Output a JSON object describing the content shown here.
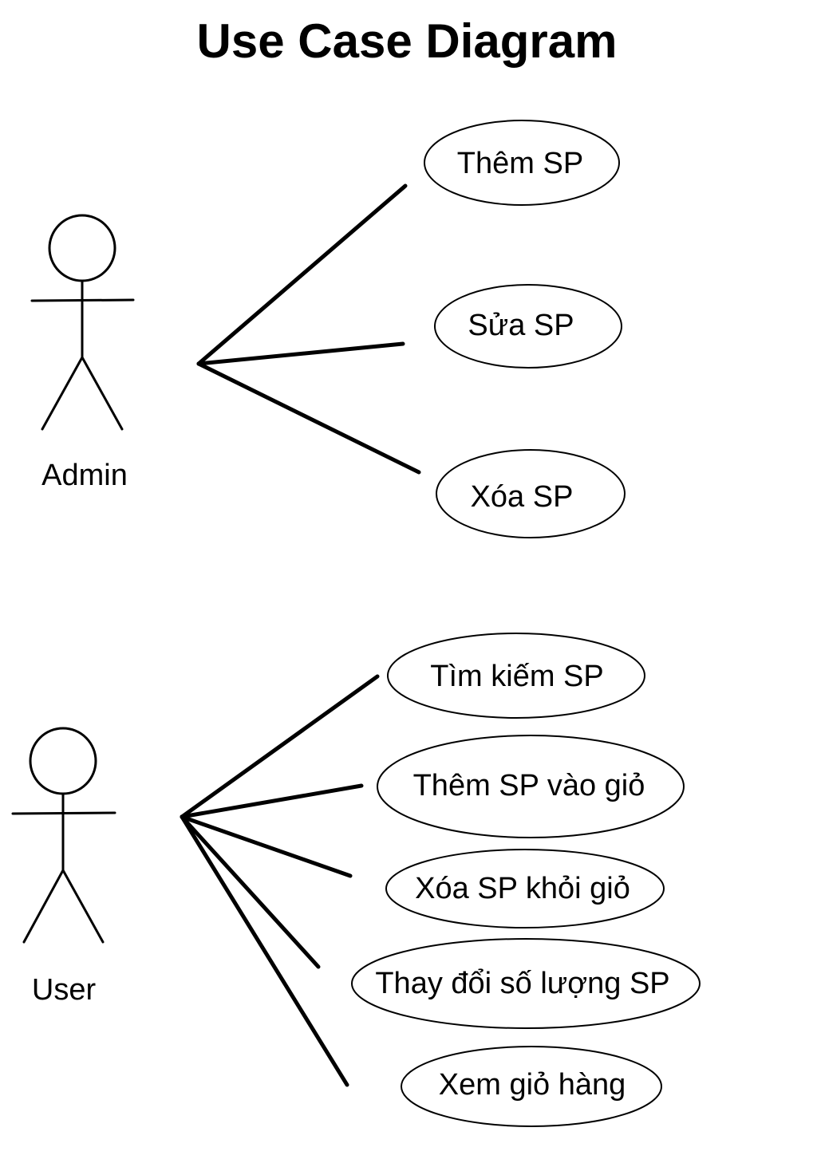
{
  "title": "Use Case Diagram",
  "actors": [
    {
      "label": "Admin",
      "use_cases": [
        "Thêm SP",
        "Sửa SP",
        "Xóa SP"
      ]
    },
    {
      "label": "User",
      "use_cases": [
        "Tìm kiếm SP",
        "Thêm SP vào giỏ",
        "Xóa SP khỏi giỏ",
        "Thay đổi số lượng SP",
        "Xem giỏ hàng"
      ]
    }
  ]
}
